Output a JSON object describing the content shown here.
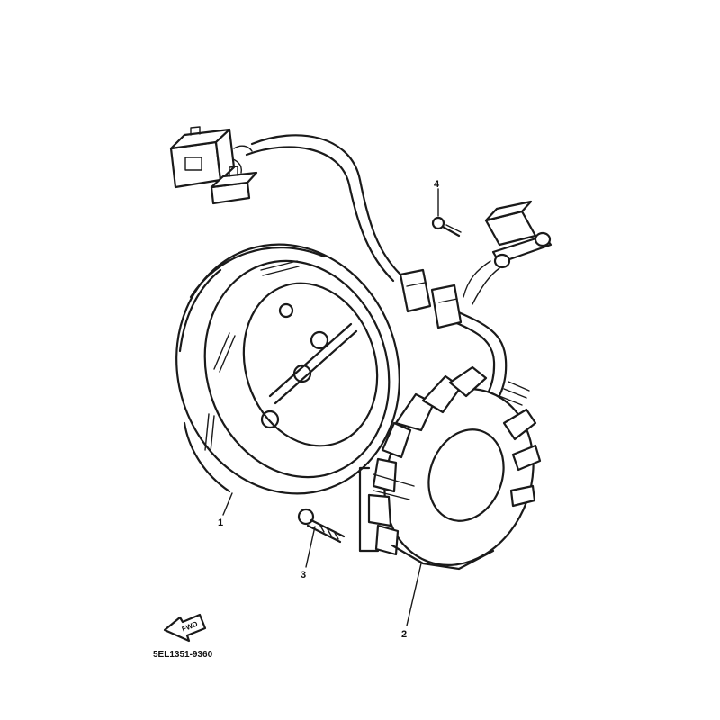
{
  "diagram": {
    "part_code": "5EL1351-9360",
    "fwd_label": "FWD",
    "callouts": [
      {
        "id": "1",
        "label": "1"
      },
      {
        "id": "2",
        "label": "2"
      },
      {
        "id": "3",
        "label": "3"
      },
      {
        "id": "4",
        "label": "4"
      }
    ]
  }
}
